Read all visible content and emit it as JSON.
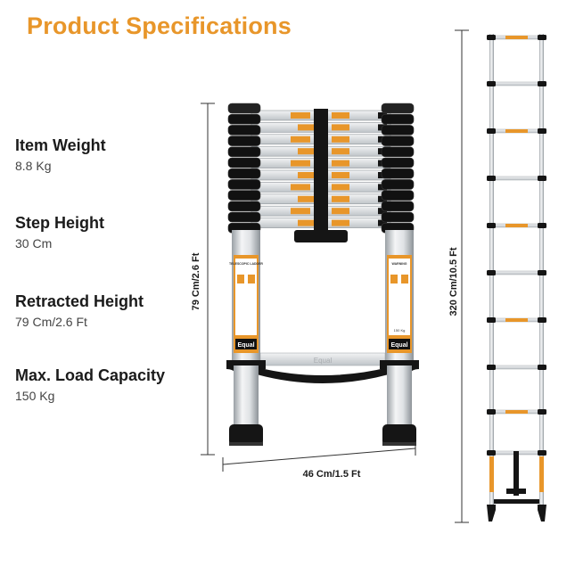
{
  "title": "Product Specifications",
  "specs": [
    {
      "label": "Item Weight",
      "value": "8.8 Kg"
    },
    {
      "label": "Step Height",
      "value": "30 Cm"
    },
    {
      "label": "Retracted Height",
      "value": "79 Cm/2.6 Ft"
    },
    {
      "label": "Max. Load Capacity",
      "value": "150 Kg"
    }
  ],
  "dimensions": {
    "retracted_height": "79 Cm/2.6 Ft",
    "width": "46 Cm/1.5 Ft",
    "extended_height": "320 Cm/10.5 Ft"
  },
  "brand": "Equal",
  "sticker_text": {
    "left_title": "TELESCOPIC LADDER",
    "right_title": "WARNING",
    "left_logo": "Equal",
    "right_logo": "Equal",
    "load": "150 Kg"
  },
  "colors": {
    "accent": "#e8962a",
    "rail": "#d9dde0",
    "cap": "#111111"
  }
}
